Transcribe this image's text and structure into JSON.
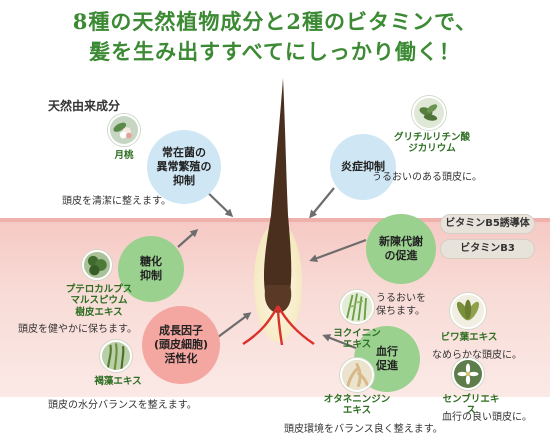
{
  "headline": {
    "line1": "8種の天然植物成分と2種のビタミンで、",
    "line2": "髪を生み出すすべてにしっかり働く！"
  },
  "section_title": "天然由来成分",
  "effects": {
    "fungi": "常在菌の\n異常繁殖の\n抑制",
    "inflammation": "炎症抑制",
    "metabolism": "新陳代謝\nの促進",
    "glycation": "糖化\n抑制",
    "growth_factor": "成長因子\n(頭皮細胞)\n活性化",
    "circulation": "血行\n促進"
  },
  "ingredients": {
    "peach": "月桃",
    "glycyrrhizin": "グリチルリチン酸\nジカリウム",
    "pterocarpus": "プテロカルプス\nマルスピウム\n樹皮エキス",
    "seaweed": "褐藻エキス",
    "coix": "ヨクイニン\nエキス",
    "loquat": "ビワ葉エキス",
    "ginseng": "オタネニンジン\nエキス",
    "centella": "センブリエキス"
  },
  "vitamins": {
    "b5": "ビタミンB5誘導体",
    "b3": "ビタミンB3"
  },
  "notes": {
    "cleanse": "頭皮を清潔に整えます。",
    "moist_scalp": "うるおいのある頭皮に。",
    "healthy_scalp": "頭皮を健やかに保ちます。",
    "moisture_balance": "頭皮の水分バランスを整えます。",
    "moisture_keep": "うるおいを\n保ちます。",
    "smooth": "なめらかな頭皮に。",
    "circulation_good": "血行の良い頭皮に。",
    "environment": "頭皮環境をバランス良く整えます。"
  },
  "colors": {
    "headline_green": "#3c8a34",
    "effect_blue": "#cfe6f4",
    "effect_green": "#9ad18f",
    "effect_red": "#f4a6a0",
    "scalp_pink": "#f6c9c4",
    "hair_brown": "#4a2f1e",
    "root_red": "#d9322b",
    "arrow_gray": "#6d6d6d"
  }
}
